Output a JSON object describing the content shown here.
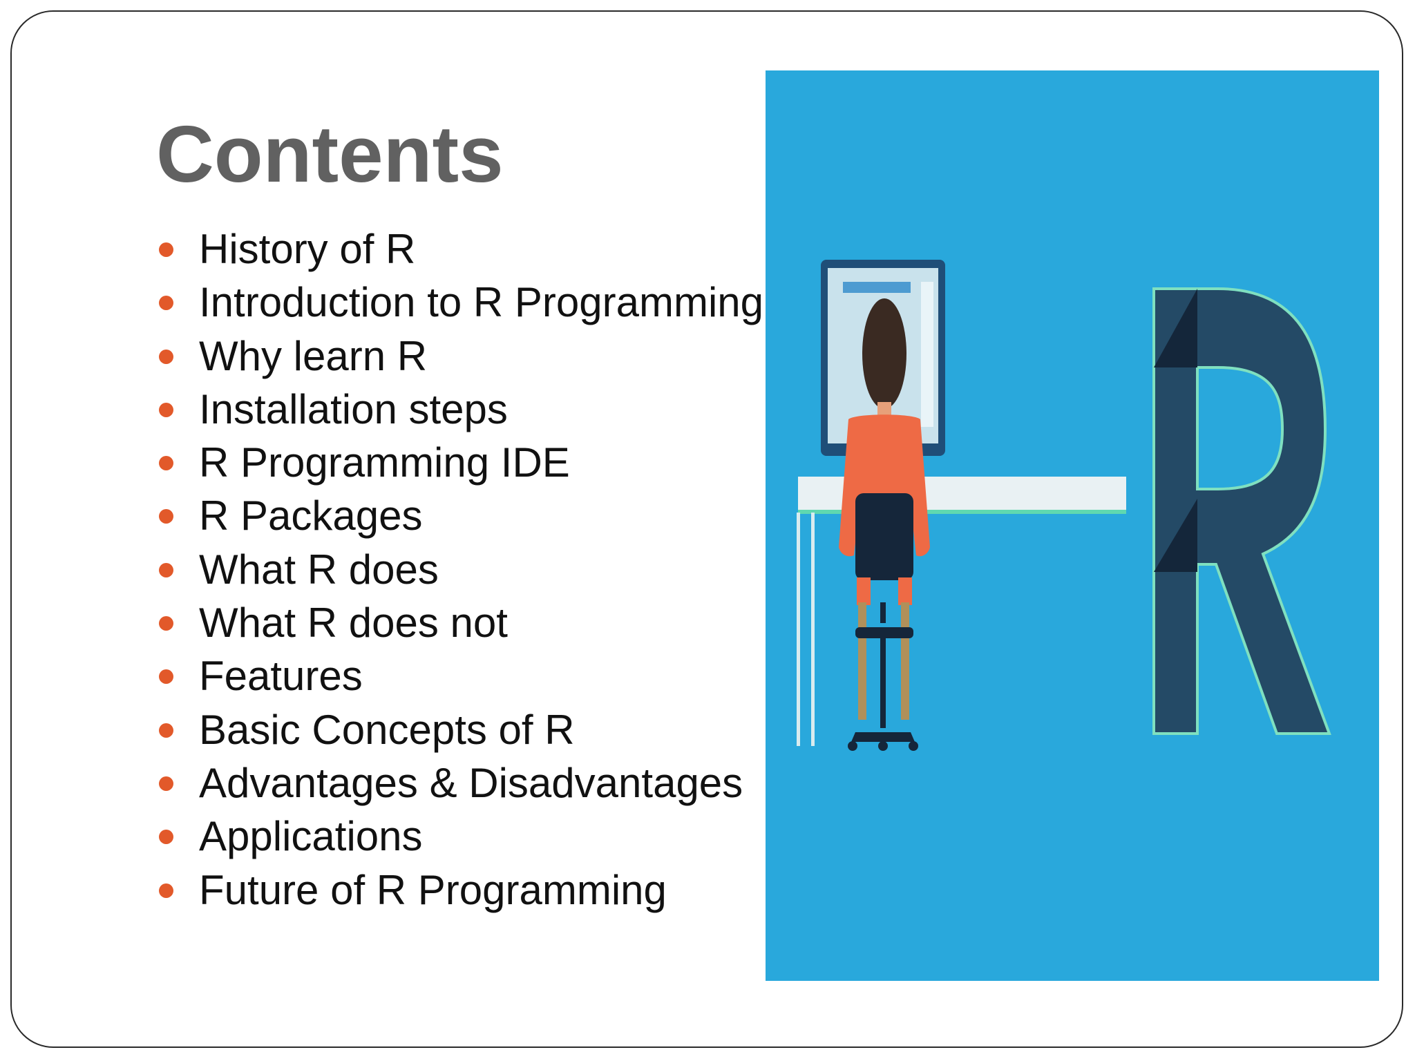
{
  "slide": {
    "title": "Contents",
    "items": [
      "History of R",
      "Introduction to R Programming",
      "Why learn R",
      "Installation steps",
      "R Programming IDE",
      "R Packages",
      "What R does",
      "What R does not",
      "Features",
      "Basic Concepts of R",
      "Advantages & Disadvantages",
      "Applications",
      "Future of R Programming"
    ]
  },
  "illustration": {
    "subject": "person-at-computer-with-letter-R",
    "colors": {
      "background": "#29a8dc",
      "letter": "#244a66",
      "letter_shadow": "#14263a",
      "shirt": "#ee6a45",
      "hair": "#3a2a22",
      "desk": "#e9f1f3"
    }
  },
  "colors": {
    "title": "#616161",
    "bullet": "#e2592a",
    "text": "#111111"
  }
}
